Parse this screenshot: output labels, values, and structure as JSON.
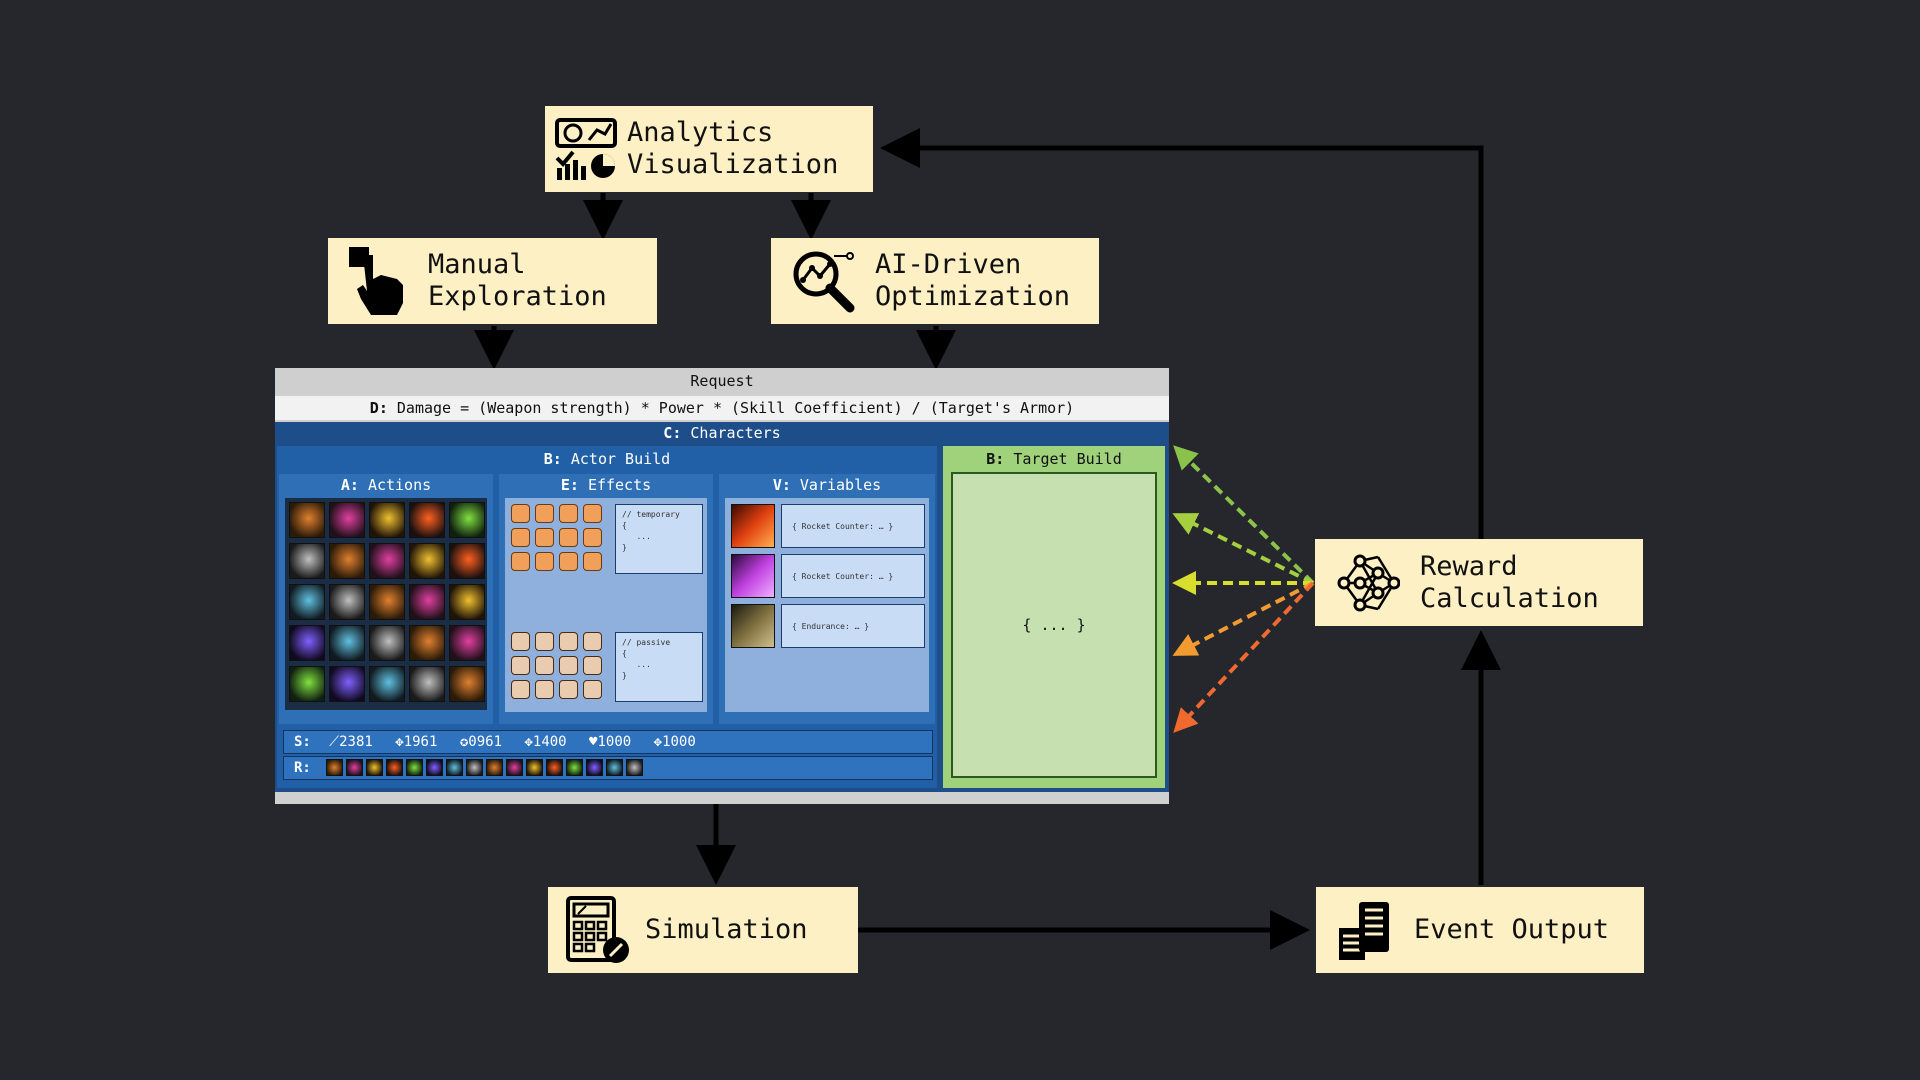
{
  "nodes": {
    "analytics": {
      "label": "Analytics\nVisualization",
      "icon": "analytics-icon"
    },
    "manual": {
      "label": "Manual\nExploration",
      "icon": "hand-pointer-icon"
    },
    "ai": {
      "label": "AI-Driven\nOptimization",
      "icon": "magnifier-graph-icon"
    },
    "reward": {
      "label": "Reward\nCalculation",
      "icon": "neural-network-icon"
    },
    "simulation": {
      "label": "Simulation",
      "icon": "calculator-icon"
    },
    "event": {
      "label": "Event Output",
      "icon": "document-stack-icon"
    }
  },
  "request": {
    "title": "Request",
    "formula_tag": "D:",
    "formula": "Damage = (Weapon strength) * Power * (Skill Coefficient) / (Target's Armor)",
    "characters_tag": "C:",
    "characters": "Characters",
    "actor_tag": "B:",
    "actor": "Actor Build",
    "target_tag": "B:",
    "target": "Target Build",
    "target_body": "{ ... }",
    "actions_tag": "A:",
    "actions": "Actions",
    "effects_tag": "E:",
    "effects": "Effects",
    "variables_tag": "V:",
    "variables": "Variables",
    "effects_code_temp": "// temporary\n{\n   ...\n}",
    "effects_code_passive": "// passive\n{\n   ...\n}",
    "var_rows": [
      "{ Rocket Counter: … }",
      "{ Rocket Counter: … }",
      "{ Endurance: … }"
    ],
    "stats_tag": "S:",
    "stats": [
      "2381",
      "1961",
      "0961",
      "1400",
      "1000",
      "1000"
    ],
    "rotation_tag": "R:"
  },
  "colors": {
    "node_bg": "#fdf0c4",
    "panel_blue": "#1d4e8a",
    "target_green": "#c6e0b0",
    "reward_arrows": [
      "#8bc34a",
      "#a5cf3f",
      "#d8de2c",
      "#f29b30",
      "#f06a30"
    ]
  }
}
